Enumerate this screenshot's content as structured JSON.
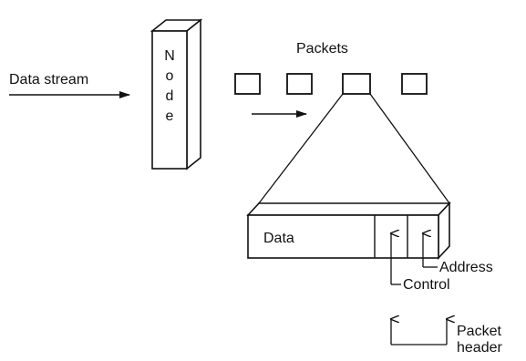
{
  "diagram": {
    "data_stream_label": "Data stream",
    "node_letters": [
      "N",
      "o",
      "d",
      "e"
    ],
    "packets_label": "Packets",
    "packet_fields": {
      "data": "Data",
      "address": "Address",
      "control": "Control"
    },
    "packet_header_label_line1": "Packet",
    "packet_header_label_line2": "header"
  }
}
